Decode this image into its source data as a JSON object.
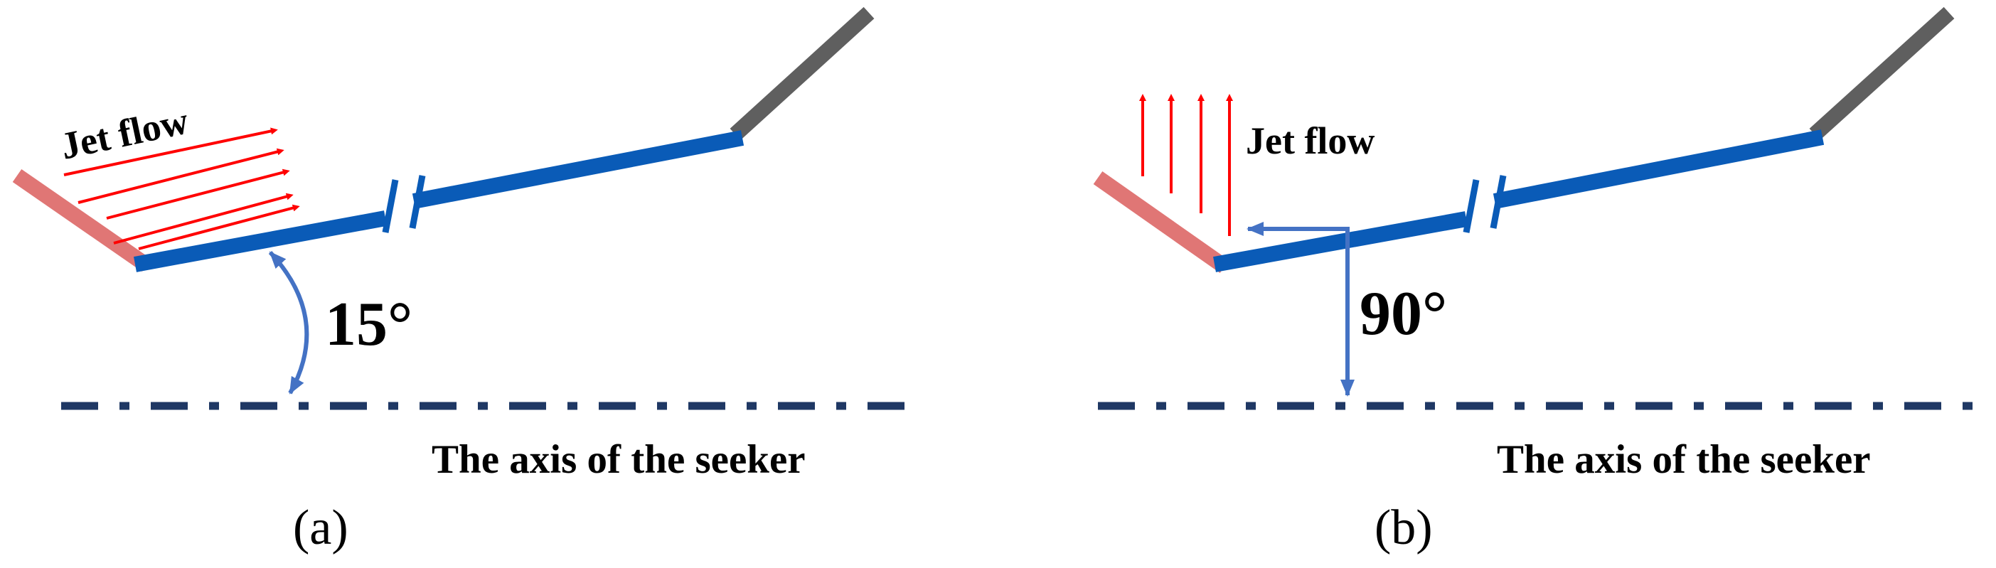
{
  "colors": {
    "background": "#ffffff",
    "fin_blue": "#0a5bb7",
    "tip_gray": "#5f5f5f",
    "edge_pink": "#e07675",
    "jet_red": "#ff0000",
    "angle_arrow_blue": "#4472c4",
    "axis_navy": "#1f3864",
    "text": "#000000"
  },
  "panels": [
    {
      "id": "a",
      "caption": "(a)",
      "jet_label": "Jet flow",
      "angle_label": "15°",
      "axis_label": "The axis of the seeker",
      "jet_direction": "along the fin surface"
    },
    {
      "id": "b",
      "caption": "(b)",
      "jet_label": "Jet flow",
      "angle_label": "90°",
      "axis_label": "The axis of the seeker",
      "jet_direction": "perpendicular to the seeker axis"
    }
  ],
  "icons": {
    "angle_indicator": "curved-double-arrow-icon",
    "perpendicular_indicator": "right-angle-arrow-icon",
    "jet_arrow": "jet-arrow-icon"
  }
}
